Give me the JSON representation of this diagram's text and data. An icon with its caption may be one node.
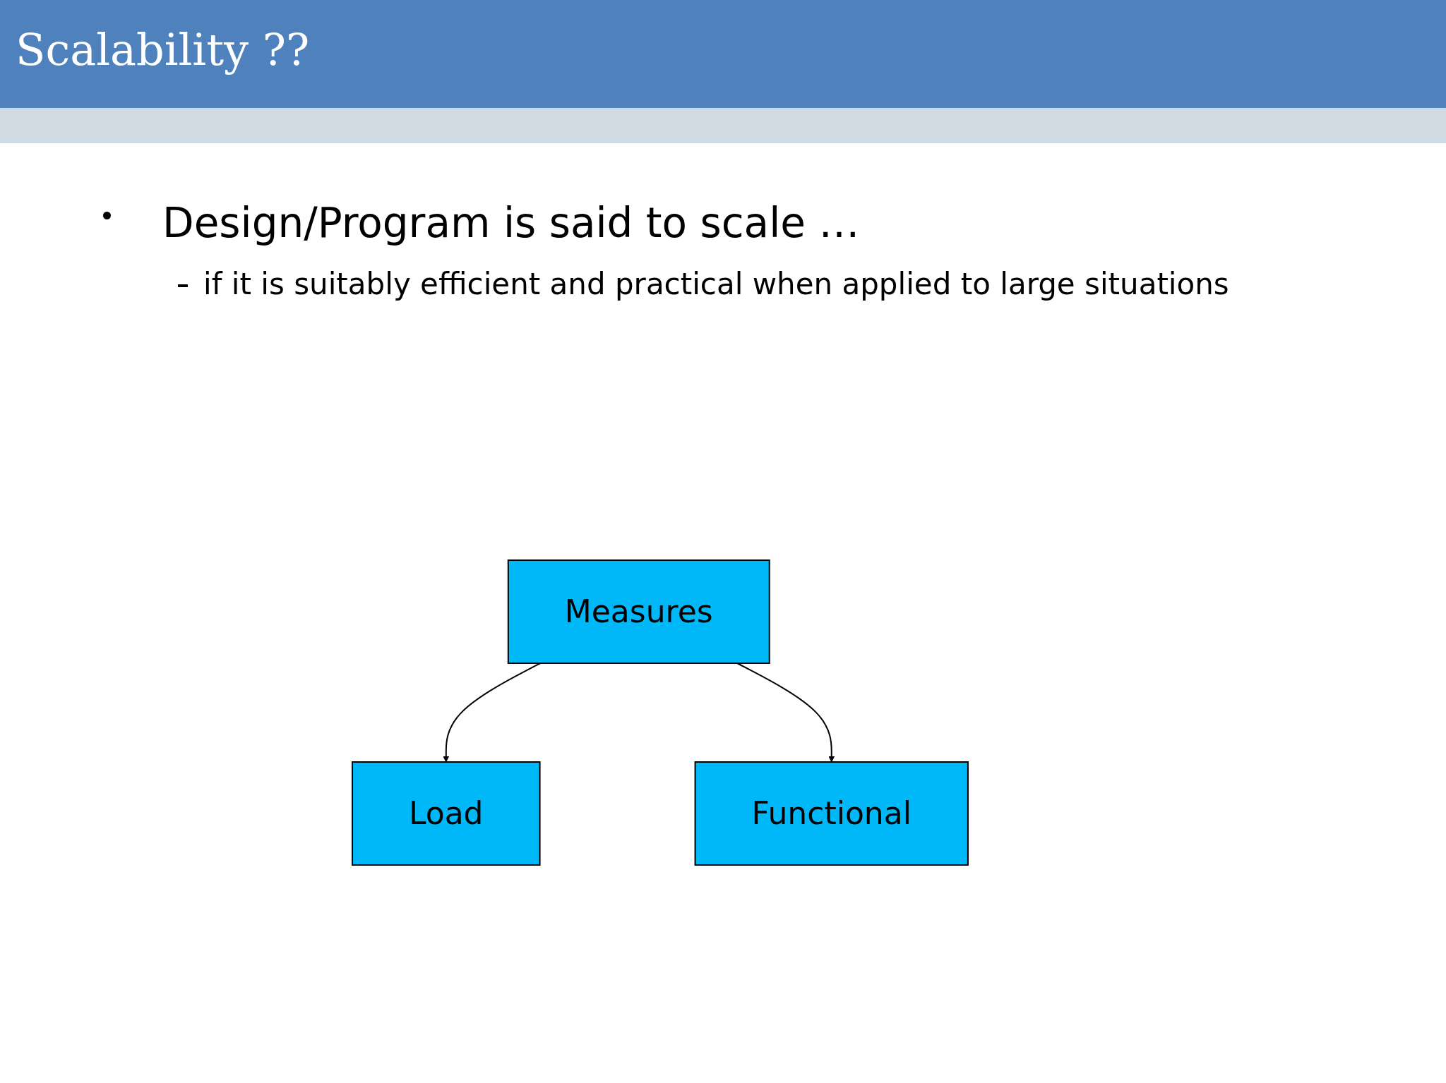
{
  "diagram": {
    "title": "Scalability ??",
    "nodes": [
      {
        "text": [
          "Measures"
        ]
      },
      {
        "text": [
          "Load"
        ]
      },
      {
        "text": [
          "Functional"
        ]
      }
    ],
    "edges": [
      {
        "from": 0,
        "to": 1,
        "arrow": "to"
      },
      {
        "from": 0,
        "to": 2,
        "arrow": "to"
      }
    ],
    "labels": [
      "Design/Program is said to scale …",
      "if it is suitably efficient and practical when applied to large situations"
    ]
  }
}
